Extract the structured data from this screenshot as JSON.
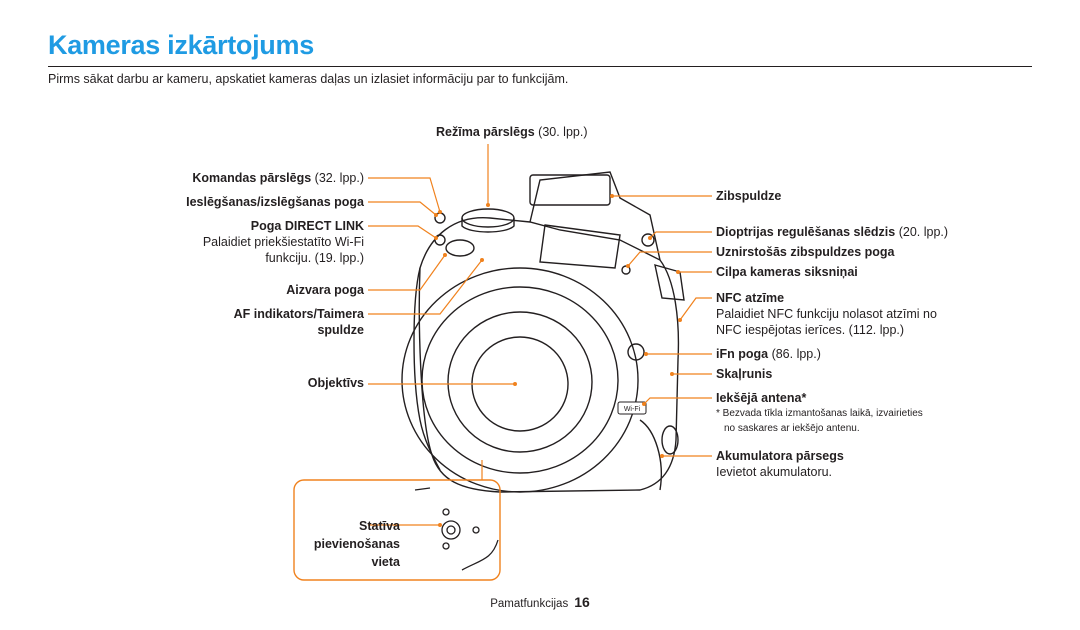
{
  "page": {
    "title": "Kameras izkārtojums",
    "intro": "Pirms sākat darbu ar kameru, apskatiet kameras daļas un izlasiet informāciju par to funkcijām.",
    "footer_section": "Pamatfunkcijas",
    "footer_page": "16"
  },
  "labels_left": {
    "mode_dial": "Režīma pārslēgs",
    "mode_dial_ref": "(30. lpp.)",
    "command_dial": "Komandas pārslēgs",
    "command_dial_ref": "(32. lpp.)",
    "power_button": "Ieslēgšanas/izslēgšanas poga",
    "direct_link": "Poga DIRECT LINK",
    "direct_link_desc1": "Palaidiet priekšiestatīto Wi-Fi",
    "direct_link_desc2": "funkciju. (19. lpp.)",
    "shutter": "Aizvara poga",
    "af_lamp1": "AF indikators/Taimera",
    "af_lamp2": "spuldze",
    "lens": "Objektīvs",
    "tripod1": "Statīva",
    "tripod2": "pievienošanas",
    "tripod3": "vieta"
  },
  "labels_right": {
    "flash": "Zibspuldze",
    "diopter": "Dioptrijas regulēšanas slēdzis",
    "diopter_ref": "(20. lpp.)",
    "popup_flash": "Uznirstošās zibspuldzes poga",
    "strap": "Cilpa kameras siksniņai",
    "nfc": "NFC atzīme",
    "nfc_desc1": "Palaidiet NFC funkciju nolasot atzīmi no",
    "nfc_desc2": "NFC iespējotas ierīces. (112. lpp.)",
    "ifn": "iFn poga",
    "ifn_ref": "(86. lpp.)",
    "speaker": "Skaļrunis",
    "antenna": "Iekšējā antena*",
    "antenna_note1": "* Bezvada tīkla izmantošanas laikā, izvairieties",
    "antenna_note2": "no saskares ar iekšējo antenu.",
    "battery": "Akumulatora pārsegs",
    "battery_desc": "Ievietot akumulatoru."
  },
  "colors": {
    "title": "#1f9be3",
    "leader": "#f0821e",
    "text": "#231f20"
  },
  "icons": [
    "camera-illustration",
    "tripod-closeup-illustration",
    "wifi-badge-icon"
  ]
}
